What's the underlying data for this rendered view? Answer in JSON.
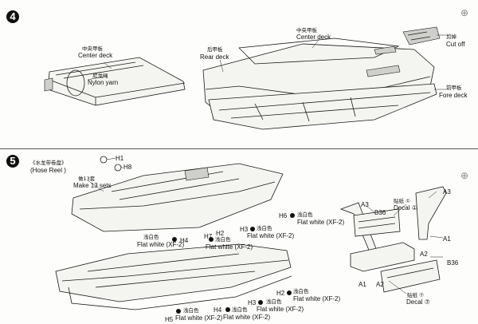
{
  "steps": [
    {
      "number": "4"
    },
    {
      "number": "5"
    }
  ],
  "step4": {
    "center_deck": {
      "cn": "中央甲板",
      "en": "Center deck"
    },
    "nylon_yarn": {
      "cn": "尼龙绳",
      "en": "Nylon yarn"
    },
    "center_deck_2": {
      "cn": "中央甲板",
      "en": "Center deck"
    },
    "rear_deck": {
      "cn": "后甲板",
      "en": "Rear deck"
    },
    "cut_off": {
      "cn": "剪掉",
      "en": "Cut off"
    },
    "fore_deck": {
      "cn": "前甲板",
      "en": "Fore deck"
    }
  },
  "step5": {
    "hose_reel": {
      "cn": "《水龙带卷盘》",
      "en": "(Hose Reel )"
    },
    "make_sets": {
      "cn": "做13套",
      "en": "Make 13 sets"
    },
    "parts": {
      "h1": "H1",
      "h8": "H8",
      "h6": "H6",
      "h2_a": "H2",
      "h7": "H7",
      "h4_a": "H4",
      "h3_a": "H3",
      "h2_b": "H2",
      "h3_b": "H3",
      "h5": "H5",
      "h4_b": "H4",
      "a3_a": "A3",
      "b36_a": "B36",
      "a3_b": "A3",
      "a1_a": "A1",
      "a2_a": "A2",
      "b36_b": "B36",
      "a1_b": "A1",
      "a2_b": "A2"
    },
    "paint": {
      "cn": "浅白色",
      "en": "Flat white (XF-2)"
    },
    "decal_1": {
      "cn": "贴纸 ①",
      "en": "Decal ①"
    },
    "decal_7": {
      "cn": "贴纸  ⑦",
      "en": "Decal  ⑦"
    }
  }
}
